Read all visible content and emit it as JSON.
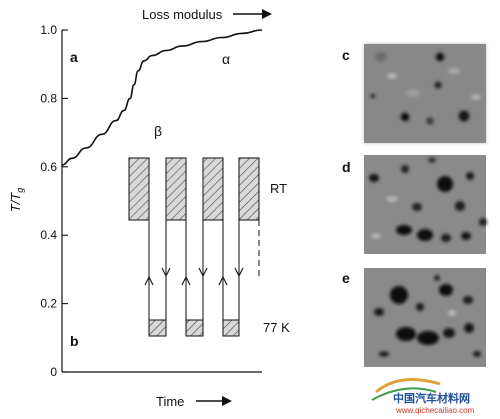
{
  "figure": {
    "panel_a_label": "a",
    "panel_b_label": "b",
    "panel_c_label": "c",
    "panel_d_label": "d",
    "panel_e_label": "e",
    "alpha_label": "α",
    "beta_label": "β",
    "rt_label": "RT",
    "k77_label": "77 K",
    "arrow_top_label": "Loss modulus",
    "arrow_bottom_label": "Time",
    "ylabel_main": "T/T",
    "ylabel_sub": "g"
  },
  "chart_data": {
    "type": "line",
    "title": "",
    "xlabel": "Time",
    "ylabel": "T/Tg",
    "ylim": [
      0,
      1.0
    ],
    "yticks": [
      "0",
      "0.2",
      "0.4",
      "0.6",
      "0.8",
      "1.0"
    ],
    "series": [
      {
        "x": [
          0,
          0.05,
          0.12,
          0.2,
          0.27,
          0.31,
          0.34,
          0.36,
          0.38,
          0.41,
          0.45,
          0.52,
          0.6,
          0.7,
          0.8,
          0.9,
          1.0
        ],
        "y": [
          0.605,
          0.625,
          0.655,
          0.695,
          0.735,
          0.765,
          0.8,
          0.84,
          0.88,
          0.91,
          0.925,
          0.94,
          0.953,
          0.966,
          0.978,
          0.99,
          1.0
        ]
      }
    ]
  },
  "watermark": {
    "title": "中国汽车材料网",
    "url": "www.qichecailiao.com"
  }
}
